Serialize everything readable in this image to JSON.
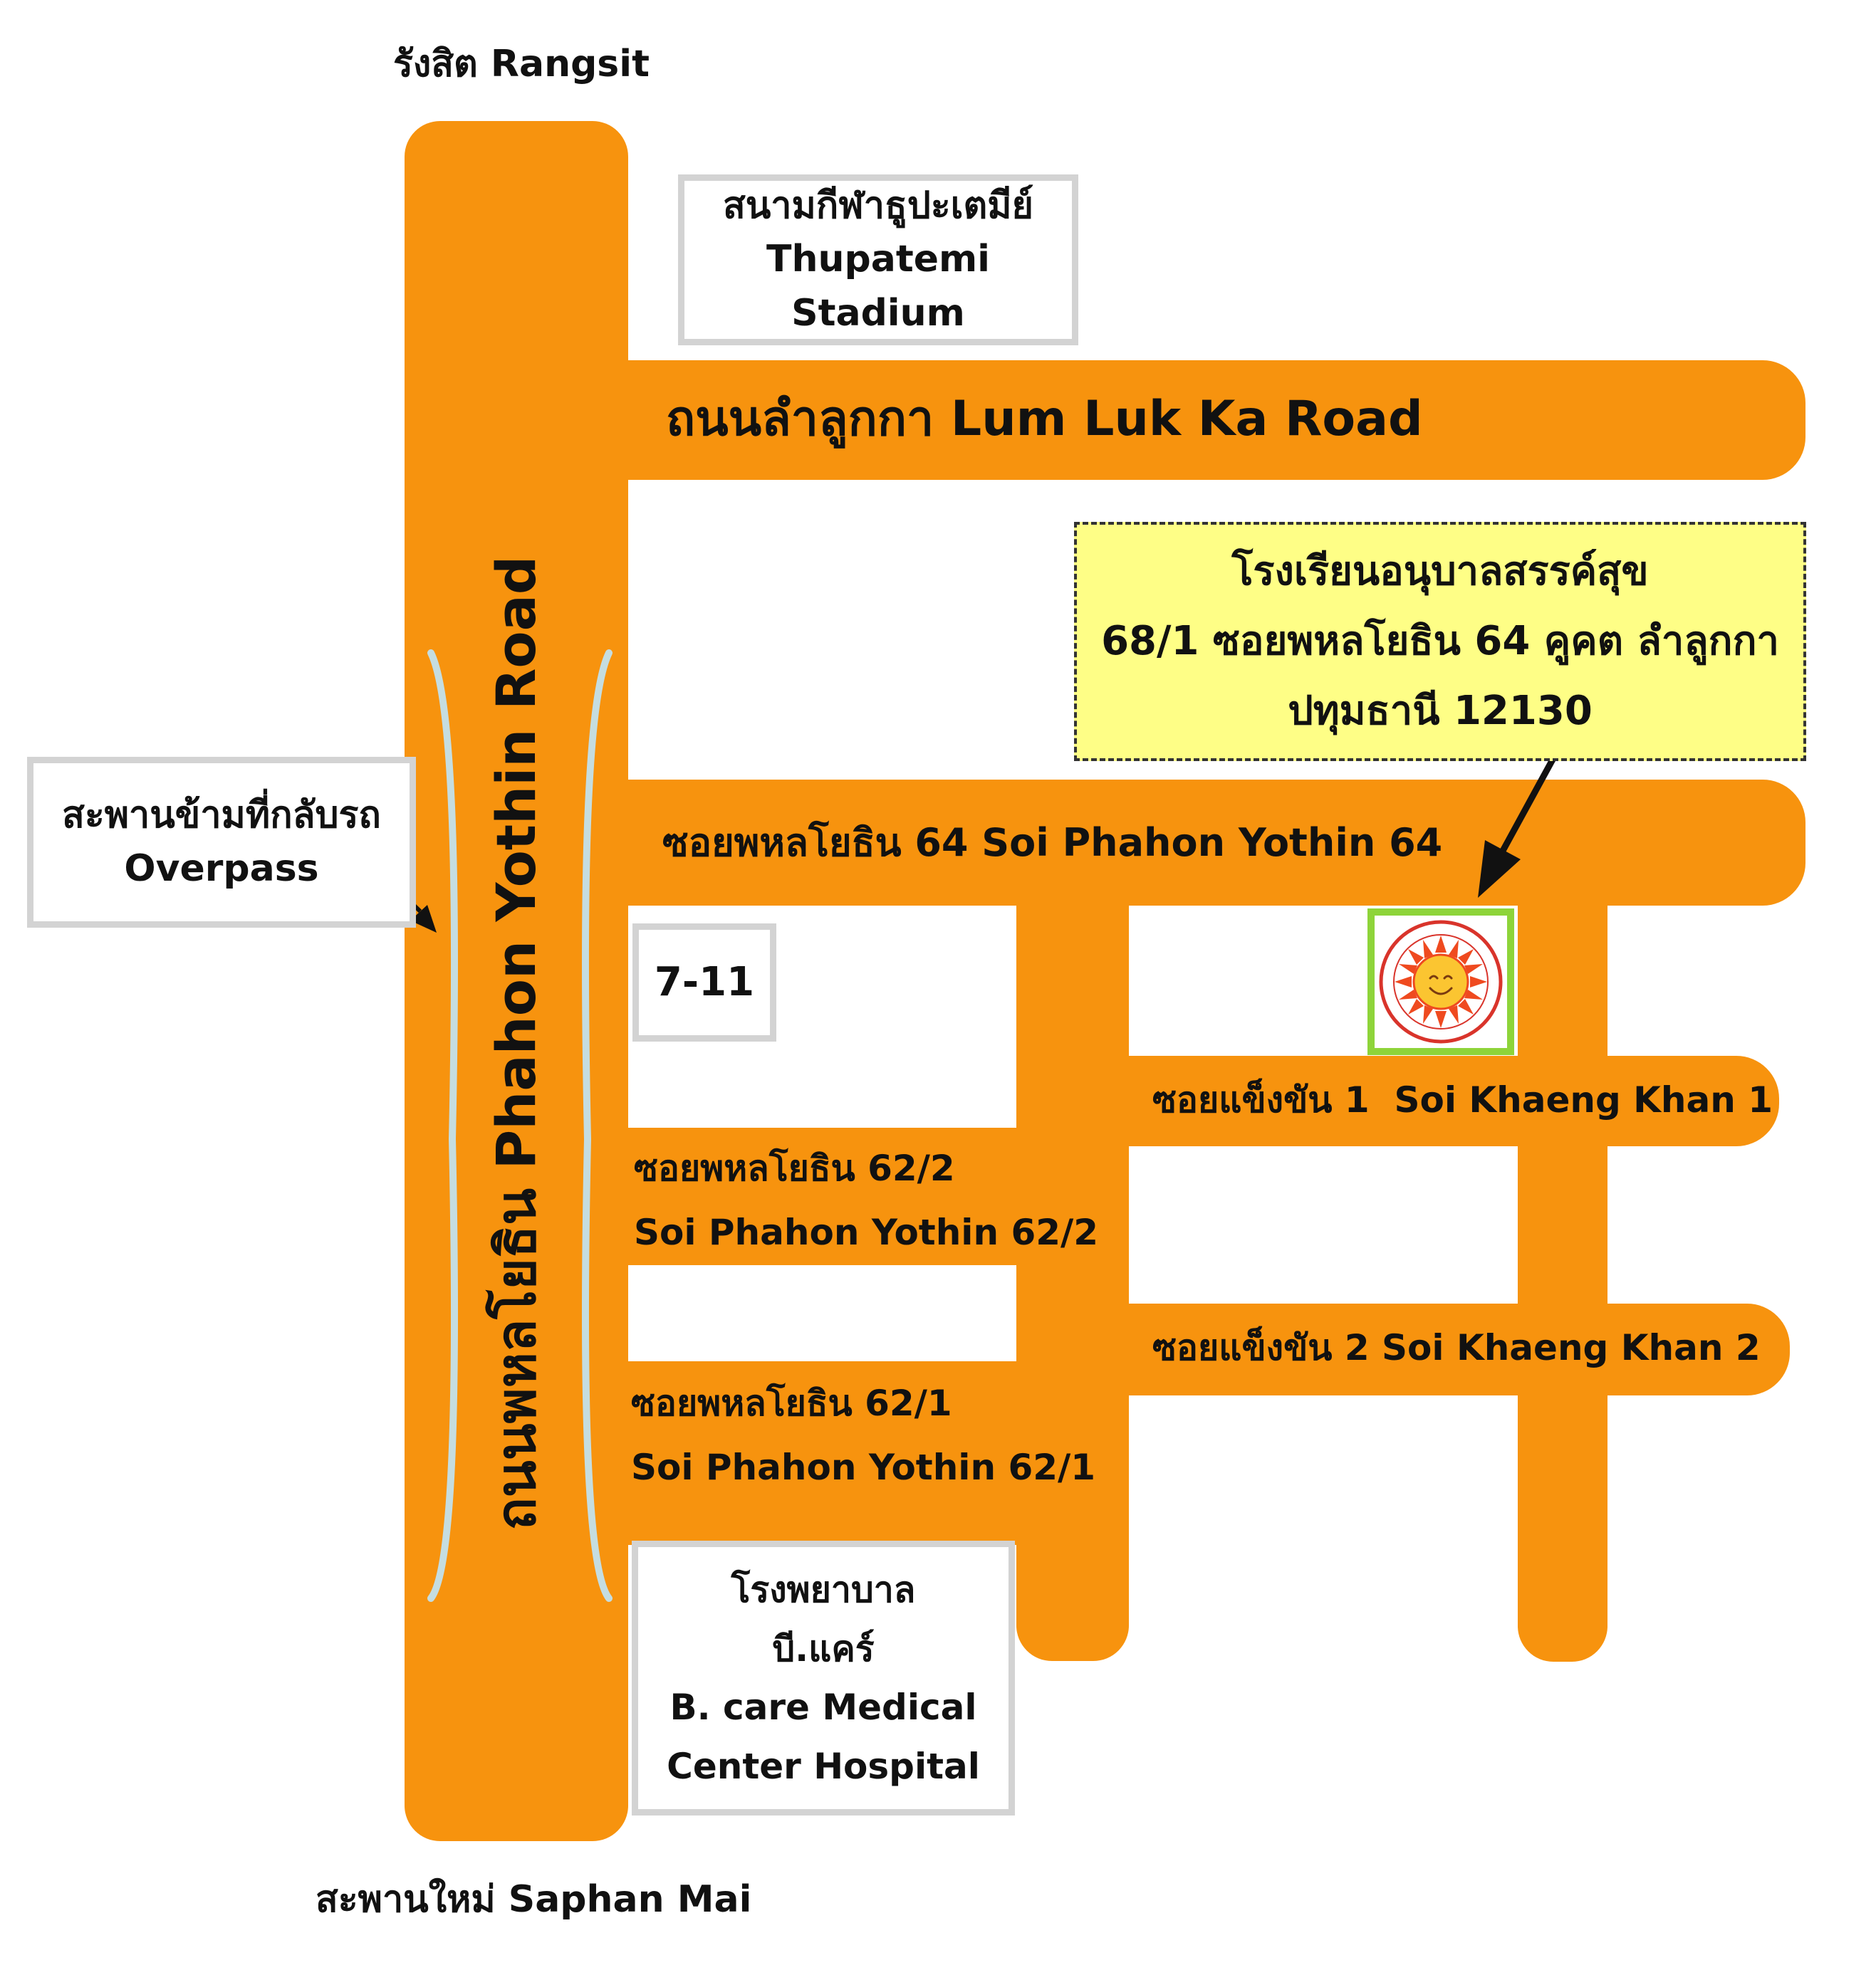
{
  "colors": {
    "road": "#f7930e",
    "box_border": "#d3d3d3",
    "annotation_bg": "#fefe86",
    "overpass_line": "#c5dde0",
    "logo_border": "#8ed43a"
  },
  "directions": {
    "north": "รังสิต Rangsit",
    "south": "สะพานใหม่ Saphan Mai"
  },
  "roads": {
    "main": "ถนนพหลโยธิน Phahon Yothin Road",
    "lum_luk_ka": "ถนนลำลูกกา Lum Luk Ka Road",
    "soi_64": "ซอยพหลโยธิน 64 Soi Phahon Yothin 64",
    "khaeng_khan_1": "ซอยแข็งขัน 1  Soi Khaeng Khan 1",
    "khaeng_khan_2": "ซอยแข็งขัน 2 Soi Khaeng Khan 2",
    "soi_62_2": {
      "thai": "ซอยพหลโยธิน 62/2",
      "english": "Soi Phahon Yothin 62/2"
    },
    "soi_62_1": {
      "thai": "ซอยพหลโยธิน 62/1",
      "english": "Soi Phahon Yothin 62/1"
    }
  },
  "landmarks": {
    "stadium": {
      "thai": "สนามกีฬาธูปะเตมีย์",
      "english": "Thupatemi Stadium"
    },
    "overpass": {
      "thai": "สะพานข้ามที่กลับรถ",
      "english": "Overpass"
    },
    "store": "7-11",
    "hospital": {
      "line1": "โรงพยาบาล",
      "line2": "บี.แคร์",
      "line3": "B. care Medical",
      "line4": "Center Hospital"
    }
  },
  "school": {
    "name": "โรงเรียนอนุบาลสรรค์สุข",
    "address_line1": "68/1 ซอยพหลโยธิน 64 คูคต ลำลูกกา",
    "address_line2": "ปทุมธานี 12130",
    "logo_icon": "smiling-sun-logo"
  }
}
